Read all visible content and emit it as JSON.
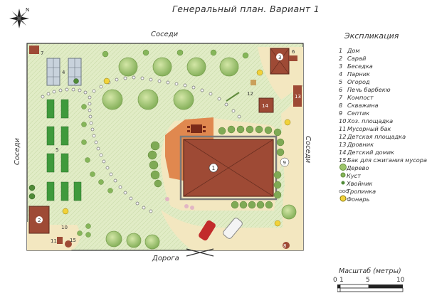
{
  "title": "Генеральный план. Вариант 1",
  "neighbors_top": "Соседи",
  "neighbors_left": "Соседи",
  "neighbors_right": "Соседи",
  "road": "Дорога",
  "legend_title": "Экспликация",
  "legend": [
    {
      "num": "1",
      "label": "Дом"
    },
    {
      "num": "2",
      "label": "Сарай"
    },
    {
      "num": "3",
      "label": "Беседка"
    },
    {
      "num": "4",
      "label": "Парник"
    },
    {
      "num": "5",
      "label": "Огород"
    },
    {
      "num": "6",
      "label": "Печь барбекю"
    },
    {
      "num": "7",
      "label": "Компост"
    },
    {
      "num": "8",
      "label": "Скважина"
    },
    {
      "num": "9",
      "label": "Септик"
    },
    {
      "num": "10",
      "label": "Хоз. площадка"
    },
    {
      "num": "11",
      "label": "Мусорный бак"
    },
    {
      "num": "12",
      "label": "Детская площадка"
    },
    {
      "num": "13",
      "label": "Дровник"
    },
    {
      "num": "14",
      "label": "Детский домик"
    },
    {
      "num": "15",
      "label": "Бак для сжигания мусора"
    }
  ],
  "symbols": [
    {
      "icon": "tree-icon",
      "label": "Дерево"
    },
    {
      "icon": "bush-icon",
      "label": "Куст"
    },
    {
      "icon": "conifer-icon",
      "label": "Хвойник"
    },
    {
      "icon": "path-icon",
      "label": "Тропинка"
    },
    {
      "icon": "lantern-icon",
      "label": "Фонарь"
    }
  ],
  "scale_title": "Масштаб (метры)",
  "scale_ticks": [
    "0",
    "1",
    "5",
    "10"
  ],
  "plan_labels": [
    "1",
    "2",
    "3",
    "4",
    "5",
    "6",
    "7",
    "8",
    "9",
    "10",
    "11",
    "12",
    "13",
    "14",
    "15"
  ],
  "colors": {
    "lawn": "#e1ecc6",
    "paving": "#f3e7c0",
    "roof": "#9e4a35",
    "deck": "#e0884f",
    "tree": "#a8c979",
    "bed": "#3f9a3c"
  }
}
